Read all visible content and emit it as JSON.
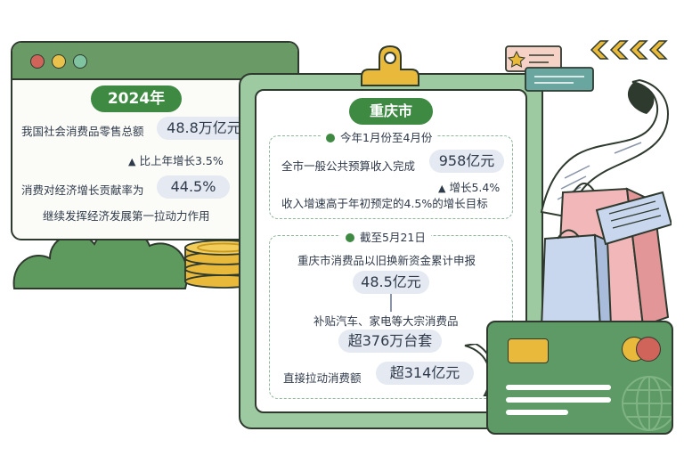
{
  "left_panel": {
    "year": "2024年",
    "retail_label": "我国社会消费品零售总额",
    "retail_value": "48.8万亿元",
    "growth_text": "比上年增长3.5%",
    "contribution_label": "消费对经济增长贡献率为",
    "contribution_value": "44.5%",
    "driver_text": "继续发挥经济发展第一拉动力作用"
  },
  "right_panel": {
    "city": "重庆市",
    "section1": {
      "period": "今年1月份至4月份",
      "revenue_label": "全市一般公共预算收入完成",
      "revenue_value": "958亿元",
      "growth_text": "增长5.4%",
      "target_text": "收入增速高于年初预定的4.5%的增长目标"
    },
    "section2": {
      "date": "截至5月21日",
      "funds_label": "重庆市消费品以旧换新资金累计申报",
      "funds_value": "48.5亿元",
      "subsidy_label": "补贴汽车、家电等大宗消费品",
      "subsidy_value": "超376万台套",
      "pull_label": "直接拉动消费额",
      "pull_value": "超314亿元"
    }
  },
  "colors": {
    "green_dark": "#3f8a43",
    "green_mid": "#6a9a66",
    "green_light": "#9dcaa0",
    "pill_bg": "#e4e9f2",
    "coin": "#e8b93a",
    "card": "#5e9a66",
    "bag_pink": "#f2b7b9",
    "bag_blue": "#c9d7ee"
  },
  "icons": [
    "triangle-up-icon",
    "star-icon",
    "chevron-arrows-icon",
    "globe-icon",
    "coin-stack-icon",
    "credit-card-icon",
    "shopping-bag-icon",
    "receipt-icon"
  ]
}
